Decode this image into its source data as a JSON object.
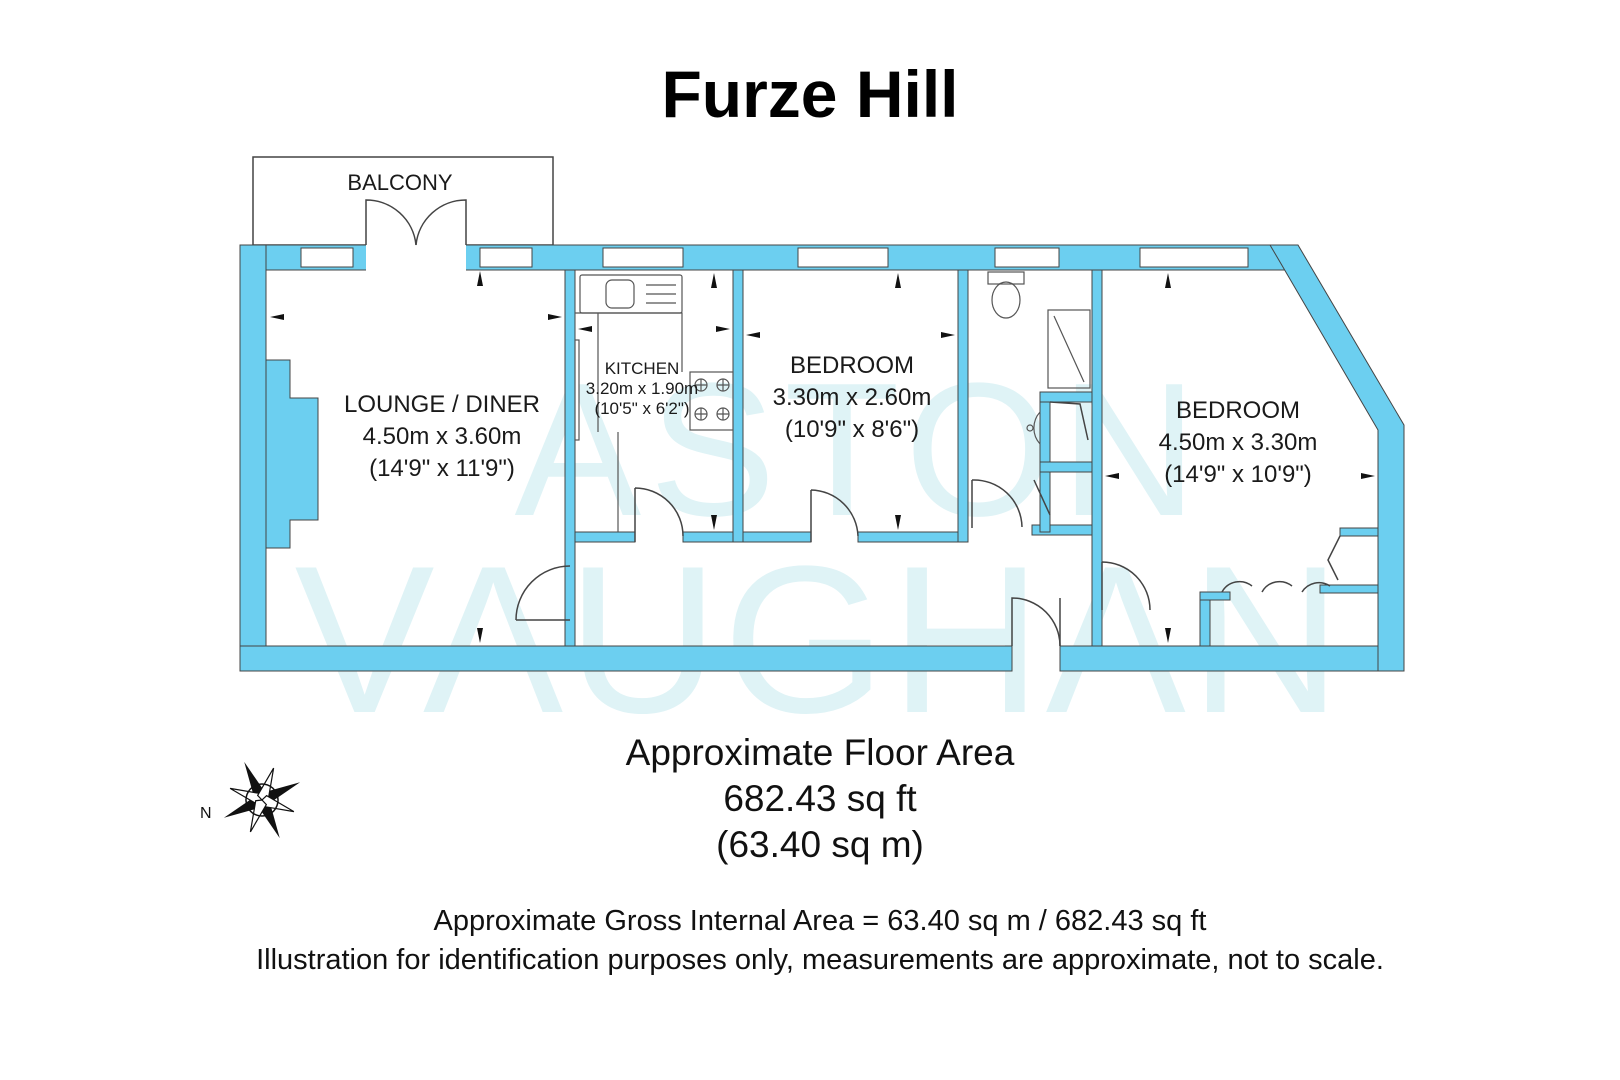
{
  "title": "Furze Hill",
  "watermark": {
    "line1": "ASTON",
    "line2": "VAUGHAN"
  },
  "rooms": {
    "balcony": {
      "name": "BALCONY"
    },
    "lounge": {
      "name": "LOUNGE / DINER",
      "metric": "4.50m x 3.60m",
      "imperial": "(14'9\" x 11'9\")"
    },
    "kitchen": {
      "name": "KITCHEN",
      "metric": "3.20m x 1.90m",
      "imperial": "(10'5\" x 6'2\")"
    },
    "bedroom1": {
      "name": "BEDROOM",
      "metric": "3.30m x 2.60m",
      "imperial": "(10'9\" x 8'6\")"
    },
    "bedroom2": {
      "name": "BEDROOM",
      "metric": "4.50m x 3.30m",
      "imperial": "(14'9\" x 10'9\")"
    }
  },
  "compass": {
    "label": "N"
  },
  "floor_area": {
    "heading": "Approximate Floor Area",
    "sq_ft": "682.43 sq ft",
    "sq_m": "(63.40 sq m)"
  },
  "notes": {
    "gross_area": "Approximate Gross Internal Area = 63.40 sq m / 682.43 sq ft",
    "disclaimer": "Illustration for identification purposes only, measurements are approximate, not to scale."
  },
  "colors": {
    "wall": "#6ccff0",
    "line": "#444444",
    "watermark": "#dff3f6"
  }
}
